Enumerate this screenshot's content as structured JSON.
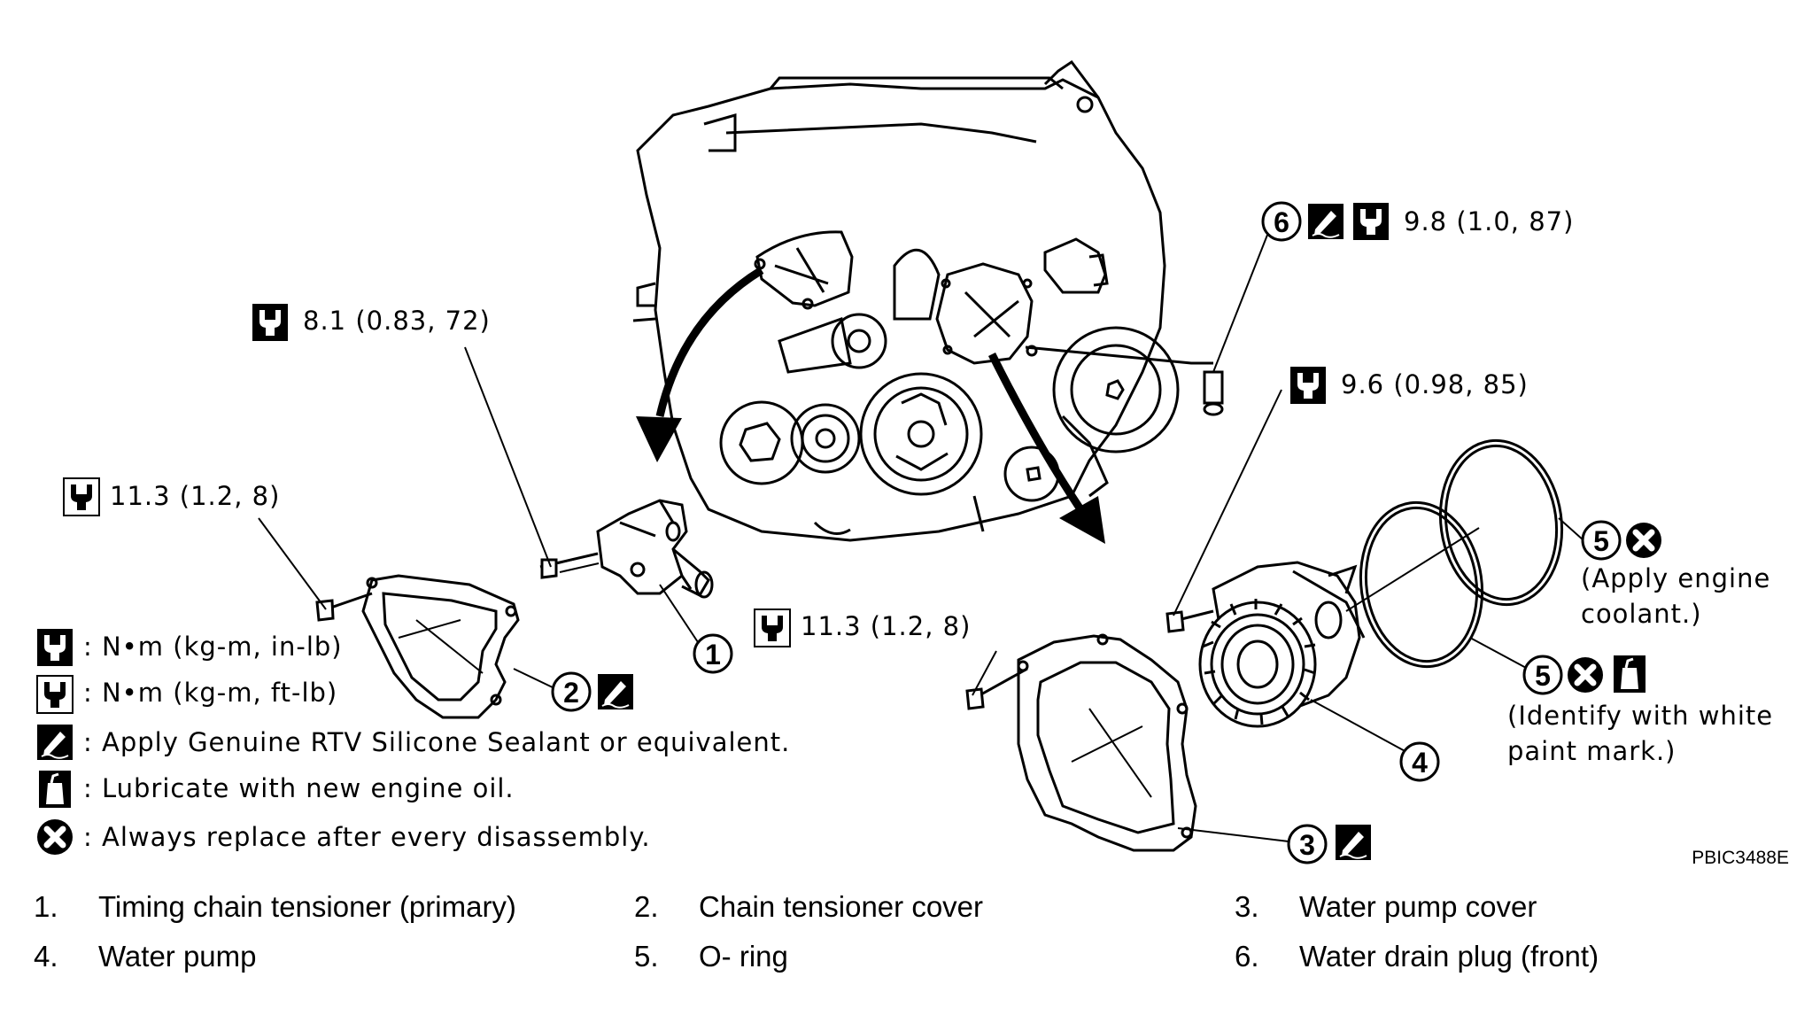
{
  "torque_specs": {
    "tensioner_bolt": "8.1 (0.83, 72)",
    "tensioner_cover_bolt": "11.3 (1.2, 8)",
    "pump_cover_bolt": "11.3 (1.2, 8)",
    "drain_plug": "9.8 (1.0, 87)",
    "pump_bolt": "9.6 (0.98, 85)"
  },
  "callouts": {
    "c1": "1",
    "c2": "2",
    "c3": "3",
    "c4": "4",
    "c5a": "5",
    "c5b": "5",
    "c6": "6"
  },
  "notes": {
    "o_ring_outer_1": "(Apply engine",
    "o_ring_outer_2": "coolant.)",
    "o_ring_inner_1": "(Identify with white",
    "o_ring_inner_2": "paint mark.)"
  },
  "legend": {
    "torque_in_lb": ": N•m (kg-m, in-lb)",
    "torque_ft_lb": ": N•m (kg-m, ft-lb)",
    "sealant": ": Apply Genuine RTV Silicone Sealant or equivalent.",
    "lubricate": ": Lubricate with new engine oil.",
    "replace": ": Always replace after every disassembly."
  },
  "figure_code": "PBIC3488E",
  "parts": [
    {
      "num": "1.",
      "name": "Timing chain tensioner (primary)"
    },
    {
      "num": "2.",
      "name": "Chain tensioner cover"
    },
    {
      "num": "3.",
      "name": "Water pump cover"
    },
    {
      "num": "4.",
      "name": "Water pump"
    },
    {
      "num": "5.",
      "name": "O- ring"
    },
    {
      "num": "6.",
      "name": "Water drain plug (front)"
    }
  ]
}
